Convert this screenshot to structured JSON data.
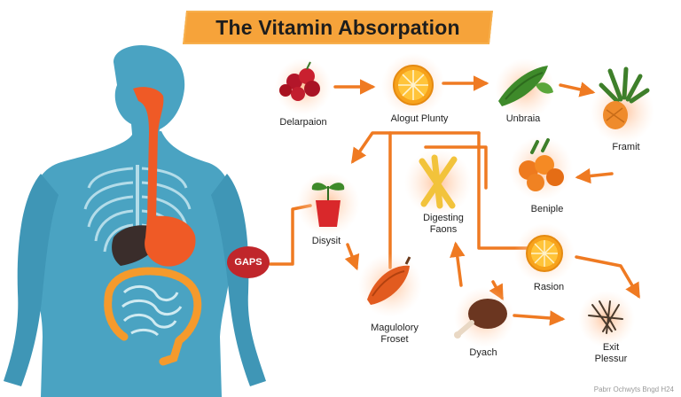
{
  "title": "The Vitamin Absorpation",
  "badge": "GAPS",
  "labels": {
    "delarpaion": "Delarpaion",
    "alogut": "Alogut Plunty",
    "unbraia": "Unbraia",
    "framit": "Framit",
    "disysit": "Disysit",
    "digesting": "Digesting\nFaons",
    "beniple": "Beniple",
    "rasion": "Rasion",
    "magulolory": "Magulolory\nFroset",
    "dyach": "Dyach",
    "exit": "Exit\nPlessur"
  },
  "footer": "Pabrr Ochwyts Bngd H24",
  "colors": {
    "body": "#4aa3c2",
    "arrow": "#ef7a22",
    "banner": "#f6a33a",
    "badge": "#c0262b"
  }
}
